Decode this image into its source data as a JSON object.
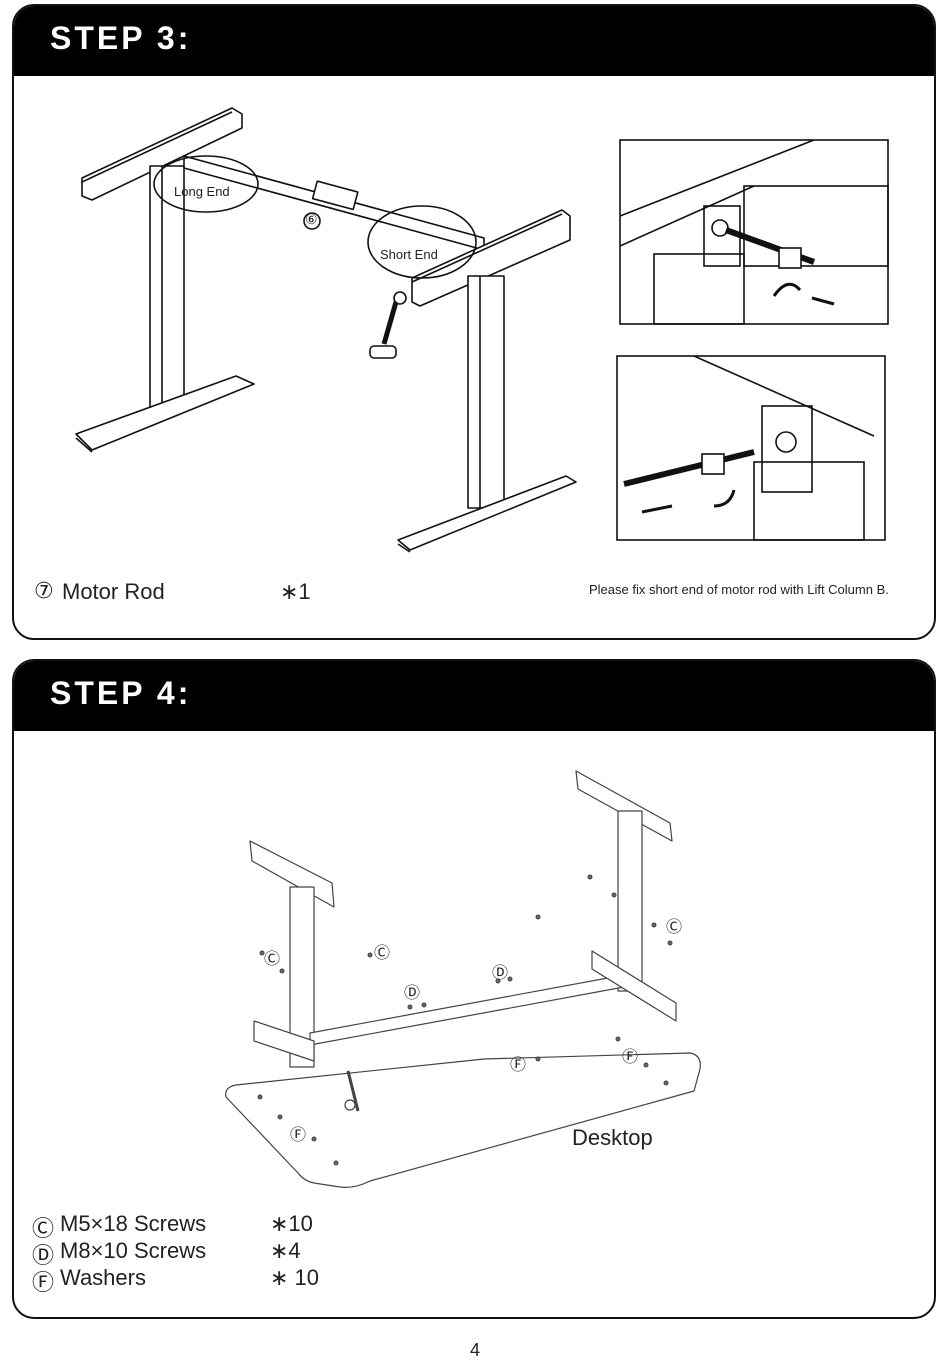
{
  "step3": {
    "title": "STEP 3:",
    "callouts": {
      "long_end": "Long End",
      "short_end": "Short End",
      "part_number": "⑥"
    },
    "part": {
      "marker": "⑦",
      "name": "Motor Rod",
      "qty": "∗1"
    },
    "note": "Please fix short end of motor rod with Lift Column  B."
  },
  "step4": {
    "title": "STEP 4:",
    "callouts": {
      "c": "Ⓒ",
      "d": "Ⓓ",
      "f": "Ⓕ"
    },
    "desktop_label": "Desktop",
    "parts": [
      {
        "marker": "Ⓒ",
        "name": "M5×18 Screws",
        "qty": "∗10"
      },
      {
        "marker": "Ⓓ",
        "name": "M8×10 Screws",
        "qty": "∗4"
      },
      {
        "marker": "Ⓕ",
        "name": "Washers",
        "qty": "∗ 10"
      }
    ]
  },
  "page_number": "4"
}
